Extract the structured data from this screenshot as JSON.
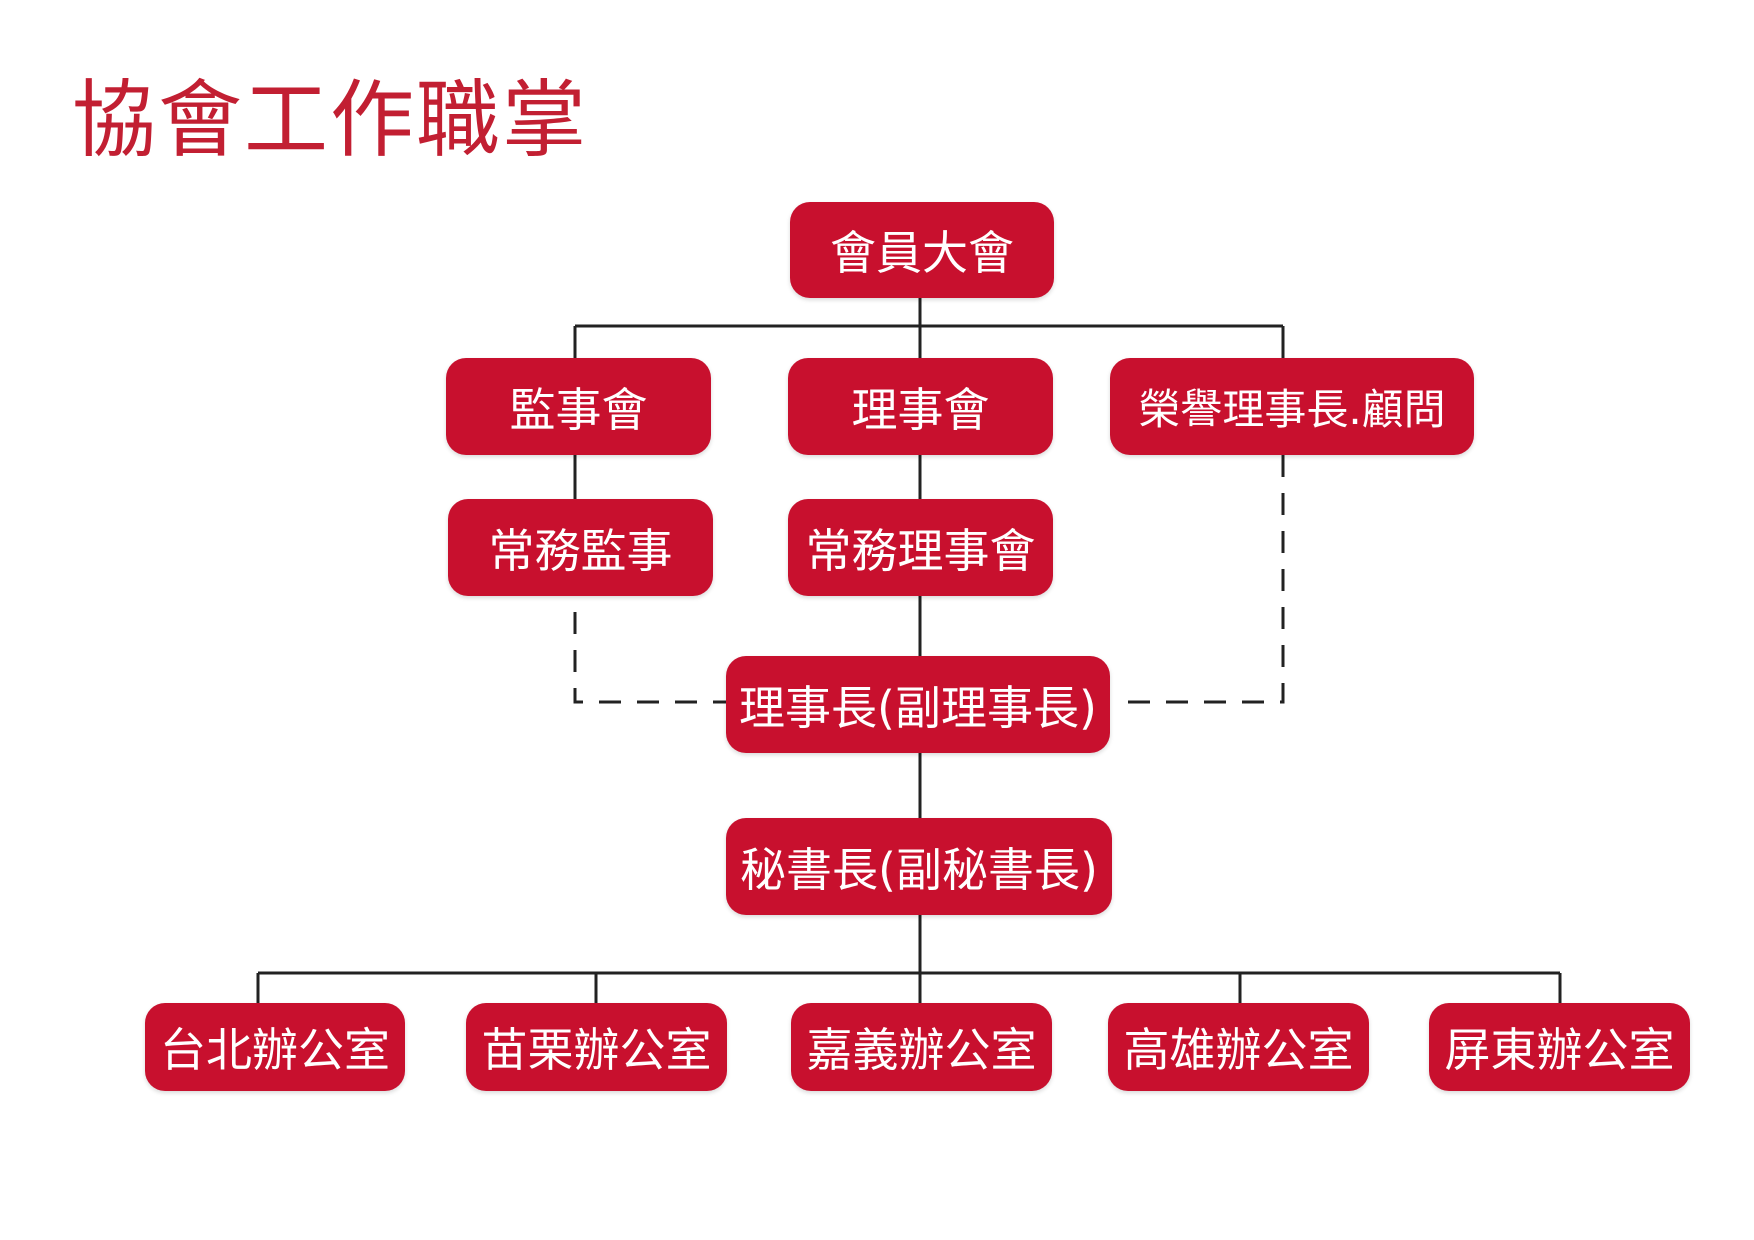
{
  "title": "協會工作職掌",
  "colors": {
    "title": "#c21f32",
    "box": "#c8102e",
    "box_text": "#ffffff",
    "line": "#222222"
  },
  "nodes": {
    "general_assembly": "會員大會",
    "supervisors_board": "監事會",
    "directors_board": "理事會",
    "honorary": "榮譽理事長.顧問",
    "standing_supervisor": "常務監事",
    "standing_directors": "常務理事會",
    "chairman": "理事長(副理事長)",
    "secretary_general": "秘書長(副秘書長)",
    "offices": [
      "台北辦公室",
      "苗栗辦公室",
      "嘉義辦公室",
      "高雄辦公室",
      "屏東辦公室"
    ]
  }
}
